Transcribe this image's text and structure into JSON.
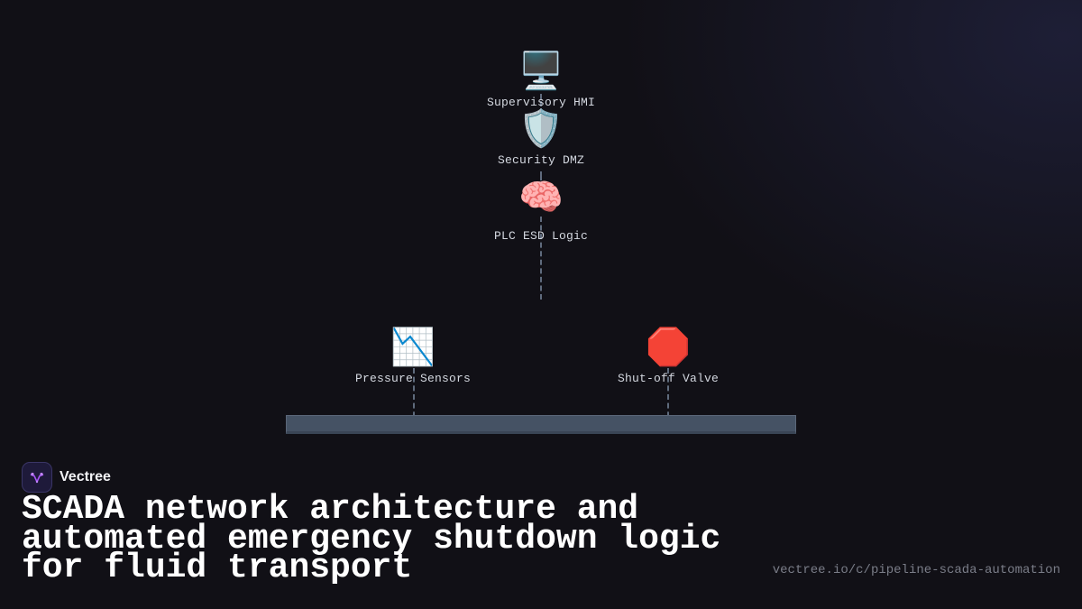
{
  "nodes": {
    "hmi": {
      "icon": "🖥️",
      "icon_name": "desktop-computer-icon",
      "label": "Supervisory HMI"
    },
    "dmz": {
      "icon": "🛡️",
      "icon_name": "shield-icon",
      "label": "Security DMZ"
    },
    "plc": {
      "icon": "🧠",
      "icon_name": "brain-icon",
      "label": "PLC ESD Logic"
    },
    "sensors": {
      "icon": "📉",
      "icon_name": "chart-decreasing-icon",
      "label": "Pressure Sensors"
    },
    "valve": {
      "icon": "🛑",
      "icon_name": "stop-sign-icon",
      "label": "Shut-off Valve"
    }
  },
  "brand": {
    "name": "Vectree",
    "logo_icon": "vectree-logo-icon"
  },
  "title": "SCADA network architecture and automated emergency shutdown logic for fluid transport",
  "url": "vectree.io/c/pipeline-scada-automation",
  "colors": {
    "background": "#111016",
    "pipe": "#455264",
    "connector": "#5f6b7d",
    "brand_accent": "#a855f7"
  }
}
